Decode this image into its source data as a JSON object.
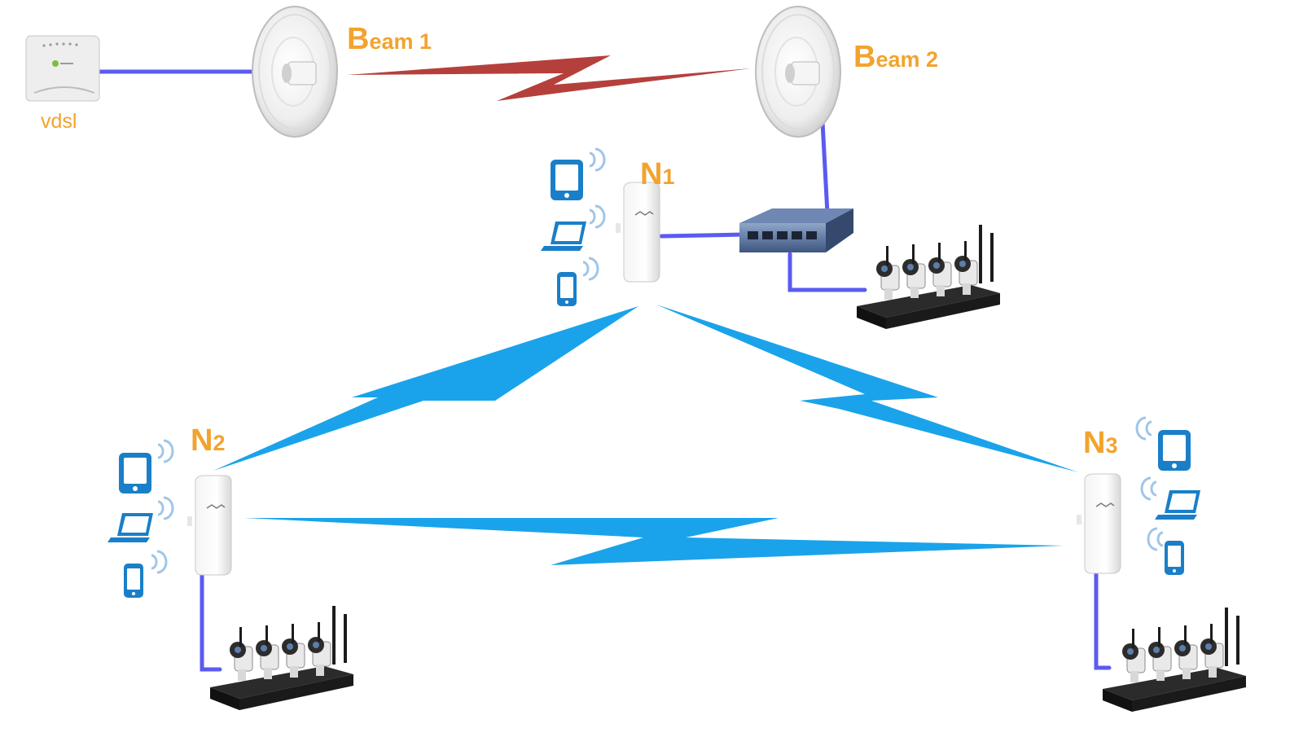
{
  "labels": {
    "vdsl": "vdsl",
    "beam1_initial": "B",
    "beam1_rest": "eam 1",
    "beam2_initial": "B",
    "beam2_rest": "eam 2",
    "n1_letter": "N",
    "n1_sub": "1",
    "n2_letter": "N",
    "n2_sub": "2",
    "n3_letter": "N",
    "n3_sub": "3"
  },
  "colors": {
    "label": "#f2a32e",
    "ethernet_cable": "#5b5bf0",
    "backhaul_link": "#b5403b",
    "mesh_link": "#1aa3ea",
    "client_device": "#1a7fc8"
  },
  "icons": {
    "modem": "vdsl-modem-icon",
    "dish": "dish-antenna-icon",
    "access_point": "nanostation-icon",
    "switch": "network-switch-icon",
    "nvr_kit": "nvr-camera-kit-icon",
    "tablet": "tablet-icon",
    "laptop": "laptop-icon",
    "phone": "phone-icon",
    "wifi": "wifi-signal-icon"
  }
}
